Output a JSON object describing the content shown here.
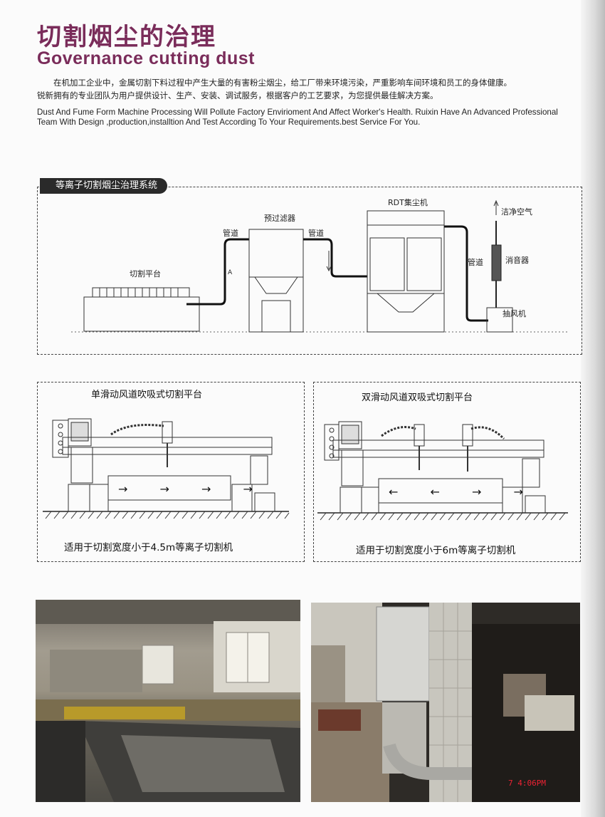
{
  "header": {
    "title_cn": "切割烟尘的治理",
    "title_en": "Governance cutting dust"
  },
  "intro": {
    "cn_line1": "在机加工企业中，金属切割下料过程中产生大量的有害粉尘烟尘，给工厂带来环境污染，严重影响车间环境和员工的身体健康。",
    "cn_line2": "锐新拥有的专业团队为用户提供设计、生产、安装、调试服务，根据客户的工艺要求，为您提供最佳解决方案。",
    "en": "Dust And Fume Form Machine Processing Will Pollute Factory Envirioment And Affect Worker's Health. Ruixin Have An Advanced Professional Team With Design ,production,installtion And Test According To Your Requirements.best Service For You."
  },
  "system_diagram": {
    "label": "等离子切割烟尘治理系统",
    "cutting_platform": "切割平台",
    "pipe_1": "管道",
    "pre_filter": "预过滤器",
    "pipe_2": "管道",
    "collector": "RDT集尘机",
    "pipe_3": "管道",
    "clean_air": "洁净空气",
    "silencer": "消音器",
    "fan": "抽风机",
    "mark_a": "A"
  },
  "tables": [
    {
      "title": "单滑动风道吹吸式切割平台",
      "caption": "适用于切割宽度小于4.5m等离子切割机",
      "arrows": "→ → → →"
    },
    {
      "title": "双滑动风道双吸式切割平台",
      "caption": "适用于切割宽度小于6m等离子切割机",
      "arrows": "← ← → →"
    }
  ],
  "photos": {
    "timestamp": "7  4:06PM"
  }
}
